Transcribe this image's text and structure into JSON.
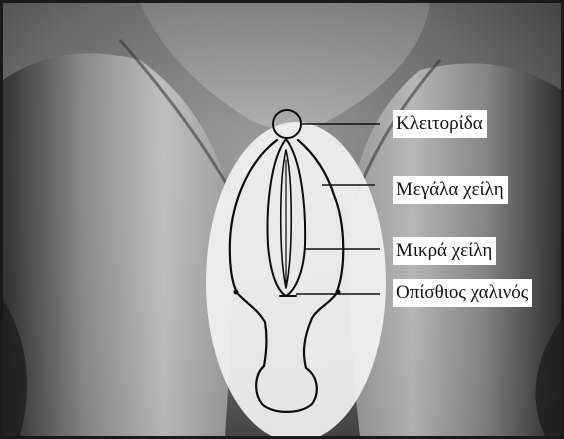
{
  "labels": [
    {
      "text": "Κλειτορίδα",
      "target": "clitoris"
    },
    {
      "text": "Μεγάλα χείλη",
      "target": "labia-majora"
    },
    {
      "text": "Μικρά χείλη",
      "target": "labia-minora"
    },
    {
      "text": "Οπίσθιος χαλινός",
      "target": "posterior-frenulum"
    }
  ],
  "colors": {
    "frame": "#1a1a1a",
    "photo_dark": "#2f2f2f",
    "photo_light": "#b8b8b8",
    "overlay": "#f1f1f1",
    "outline": "#0d0d0d",
    "label_bg": "#ffffff"
  }
}
